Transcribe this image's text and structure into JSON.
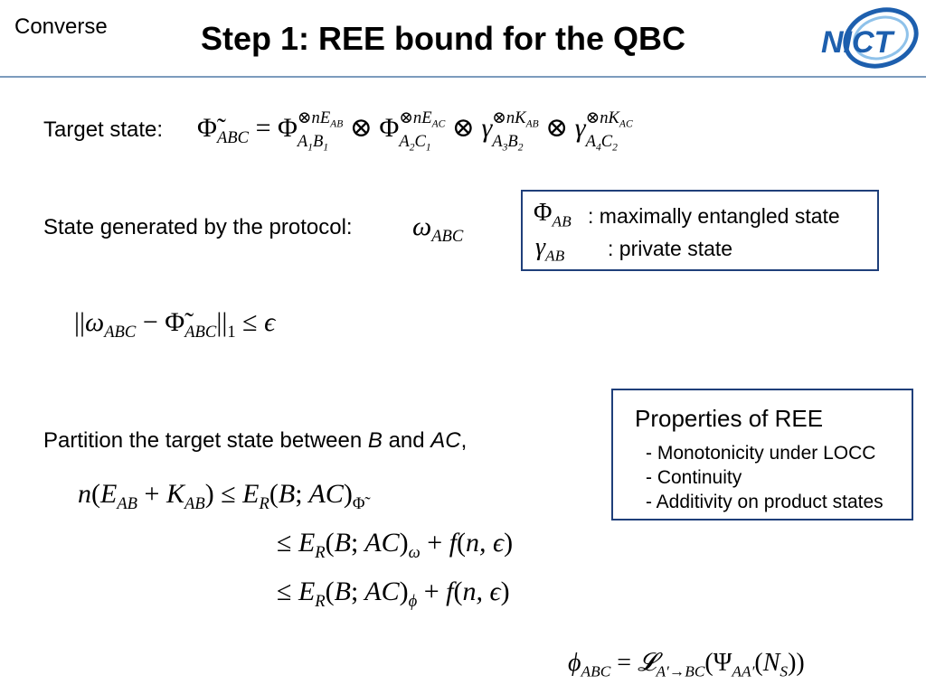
{
  "header": {
    "section": "Converse",
    "title": "Step 1: REE bound for the QBC",
    "logo_text": "NICT",
    "accent_color": "#1d5fae"
  },
  "target": {
    "label": "Target state:"
  },
  "generated": {
    "label": "State generated by the protocol:"
  },
  "legend": {
    "phi_desc": ": maximally entangled state",
    "gamma_desc": ": private state"
  },
  "partition": {
    "prefix": "Partition the target state between ",
    "b": "B",
    "and": " and ",
    "ac": "AC",
    "suffix": ","
  },
  "properties": {
    "title": "Properties of REE",
    "items": [
      "- Monotonicity under LOCC",
      "- Continuity",
      "- Additivity on product states"
    ]
  }
}
